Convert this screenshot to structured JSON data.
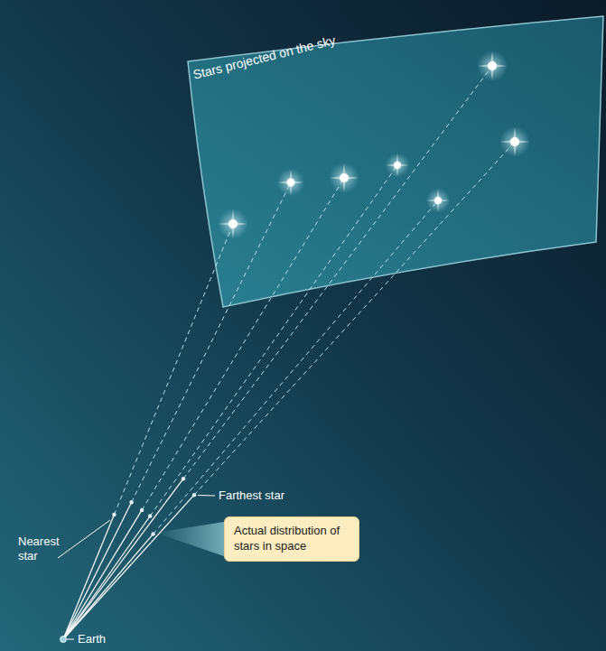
{
  "diagram": {
    "nodes": [
      {
        "text": [
          "Stars projected on the sky"
        ]
      },
      {
        "text": [
          "Actual distribution of stars in space"
        ]
      }
    ],
    "labels": [
      "Nearest star",
      "Farthest star",
      "Earth"
    ]
  }
}
